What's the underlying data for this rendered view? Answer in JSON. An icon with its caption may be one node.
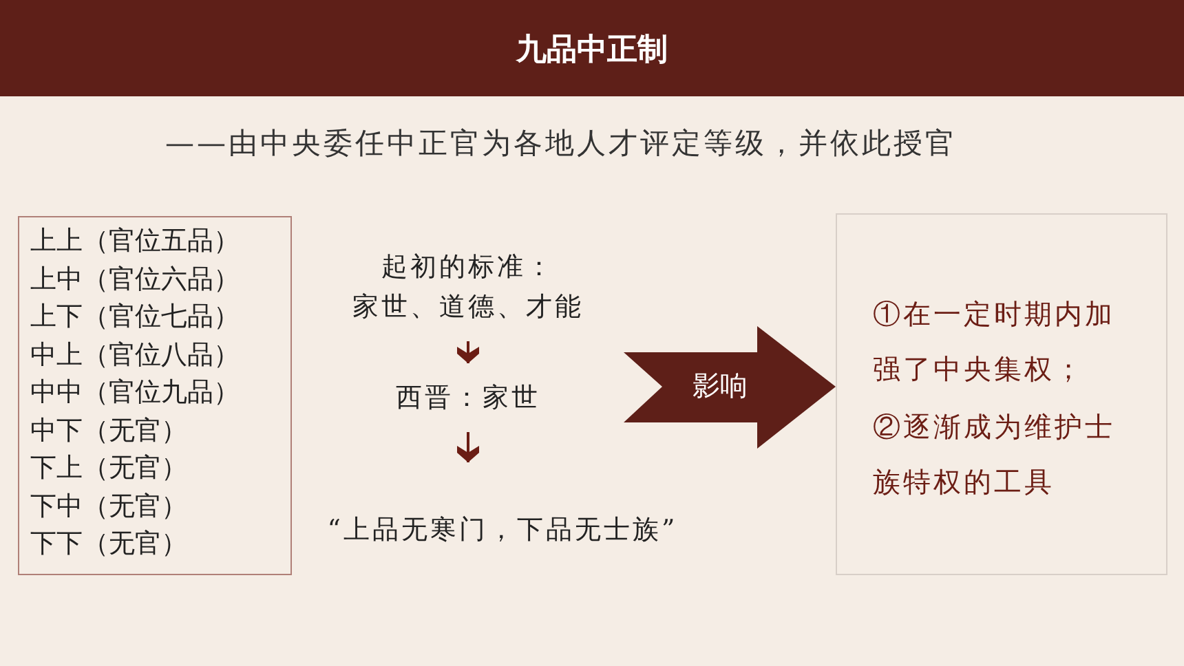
{
  "diagram": {
    "title": "九品中正制",
    "nodes": [
      {
        "text": [
          "上上（官位五品）",
          "上中（官位六品）",
          "上下（官位七品）",
          "中上（官位八品）",
          "中中（官位九品）",
          "中下（无官）",
          "下上（无官）",
          "下中（无官）",
          "下下（无官）"
        ]
      },
      {
        "text": [
          "起初的标准：",
          "家世、道德、才能"
        ]
      },
      {
        "text": [
          "西晋：家世"
        ]
      },
      {
        "text": [
          "“上品无寒门，下品无士族”"
        ]
      },
      {
        "text": [
          "影响"
        ]
      },
      {
        "text": [
          "①在一定时期内加强了中央集权；",
          "②逐渐成为维护士族特权的工具"
        ]
      }
    ],
    "edges": [
      {
        "from": 1,
        "to": 2,
        "arrow": "to"
      },
      {
        "from": 2,
        "to": 3,
        "arrow": "to"
      }
    ],
    "labels": [
      "——由中央委任中正官为各地人才评定等级，并依此授官"
    ]
  }
}
